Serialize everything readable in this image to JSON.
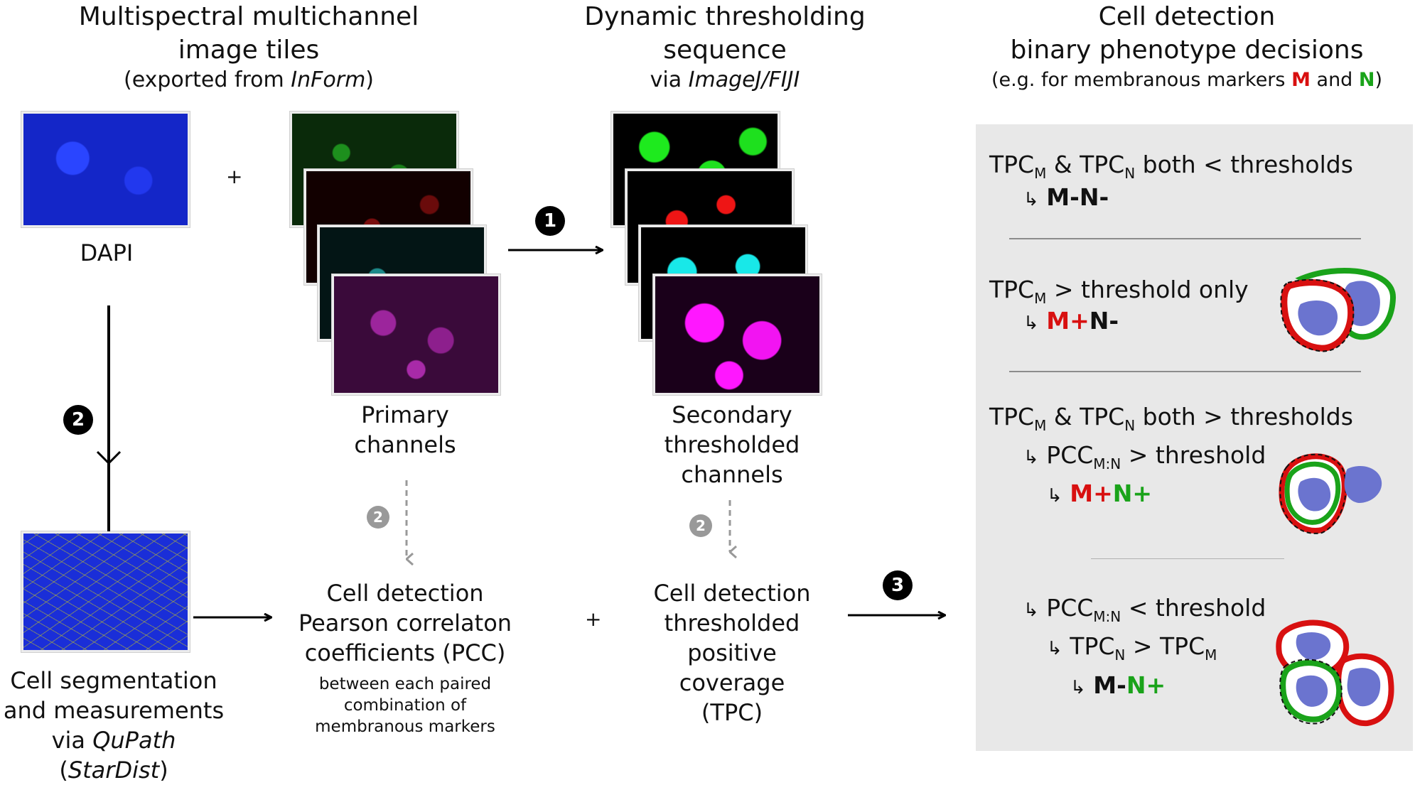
{
  "headers": {
    "left": {
      "line1": "Multispectral multichannel",
      "line2": "image tiles",
      "line3_pre": "(exported from ",
      "line3_em": "InForm",
      "line3_post": ")"
    },
    "middle": {
      "line1": "Dynamic thresholding",
      "line2": "sequence",
      "line3_pre": "via ",
      "line3_em": "ImageJ/FIJI"
    },
    "right": {
      "line1": "Cell detection",
      "line2": "binary phenotype decisions",
      "line3_pre": "(e.g. for membranous markers ",
      "marker_m": "M",
      "line3_mid": " and ",
      "marker_n": "N",
      "line3_post": ")"
    }
  },
  "labels": {
    "dapi": "DAPI",
    "plus": "+",
    "primary_1": "Primary",
    "primary_2": "channels",
    "secondary_1": "Secondary",
    "secondary_2": "thresholded",
    "secondary_3": "channels",
    "seg_1": "Cell segmentation",
    "seg_2": "and measurements",
    "seg_3_pre": "via ",
    "seg_3_em1": "QuPath",
    "seg_3_mid": " (",
    "seg_3_em2": "StarDist",
    "seg_3_post": ")",
    "pcc_1": "Cell detection",
    "pcc_2": "Pearson correlaton",
    "pcc_3": "coefficients (PCC)",
    "pcc_small_1": "between each paired",
    "pcc_small_2": "combination of",
    "pcc_small_3": "membranous markers",
    "tpc_1": "Cell detection",
    "tpc_2": "thresholded",
    "tpc_3": "positive",
    "tpc_4": "coverage",
    "tpc_5": "(TPC)"
  },
  "badges": {
    "one": "1",
    "two": "2",
    "three": "3"
  },
  "decisions": {
    "tpc": "TPC",
    "sub_m": "M",
    "sub_n": "N",
    "sub_mn": "M:N",
    "pcc": "PCC",
    "arrow": "↳",
    "d1_amp": " & ",
    "d1_rest": " both < thresholds",
    "d1_result": "M-N-",
    "d2_rest": " > threshold only",
    "d2_m": "M+",
    "d2_n": "N-",
    "d3_amp": " & ",
    "d3_rest": " both > thresholds",
    "d3_pcc_rest": " > threshold",
    "d3_m": "M+",
    "d3_n": "N+",
    "d4_pcc_rest": " < threshold",
    "d4_gt": " > ",
    "d4_m": "M-",
    "d4_n": "N+"
  },
  "colors": {
    "marker_m": "#d81010",
    "marker_n": "#1aa31a",
    "panel": "#e8e8e8",
    "nucleus": "#6b74cf",
    "dapi": "#1b2fd8"
  }
}
